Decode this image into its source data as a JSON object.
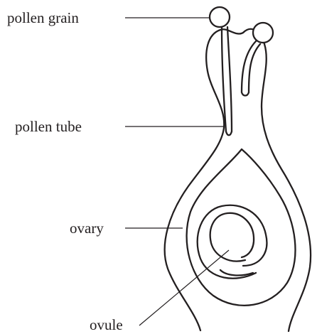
{
  "labels": {
    "pollen_grain": "pollen grain",
    "pollen_tube": "pollen tube",
    "ovary": "ovary",
    "ovule": "ovule"
  },
  "colors": {
    "line": "#231f20",
    "background": "#ffffff"
  }
}
